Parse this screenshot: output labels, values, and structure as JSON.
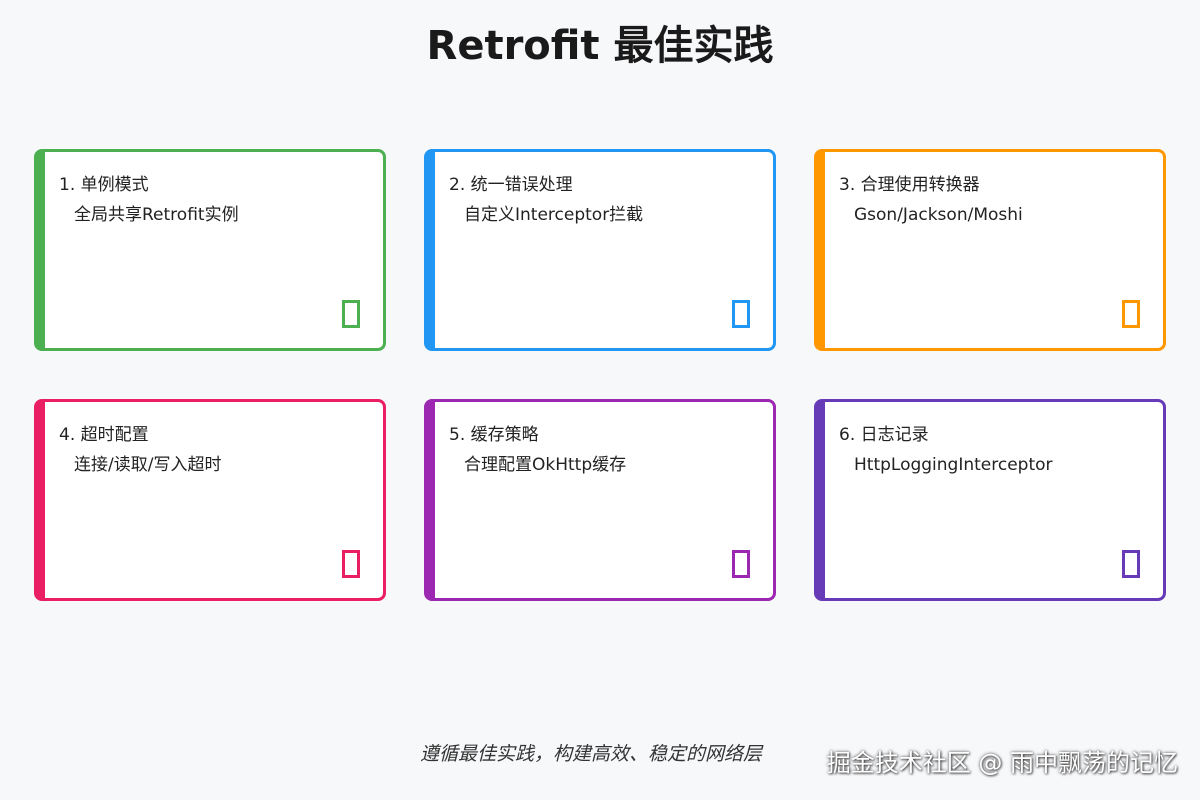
{
  "title": "Retrofit 最佳实践",
  "cards": [
    {
      "heading": "1. 单例模式",
      "sub": "全局共享Retrofit实例",
      "color": "#4caf50"
    },
    {
      "heading": "2. 统一错误处理",
      "sub": "自定义Interceptor拦截",
      "color": "#2196f3"
    },
    {
      "heading": "3. 合理使用转换器",
      "sub": "Gson/Jackson/Moshi",
      "color": "#ff9800"
    },
    {
      "heading": "4. 超时配置",
      "sub": "连接/读取/写入超时",
      "color": "#e91e63"
    },
    {
      "heading": "5. 缓存策略",
      "sub": "合理配置OkHttp缓存",
      "color": "#9c27b0"
    },
    {
      "heading": "6. 日志记录",
      "sub": "HttpLoggingInterceptor",
      "color": "#673ab7"
    }
  ],
  "footer": {
    "note": "遵循最佳实践，构建高效、稳定的网络层",
    "watermark": "掘金技术社区 @ 雨中飘荡的记忆"
  }
}
